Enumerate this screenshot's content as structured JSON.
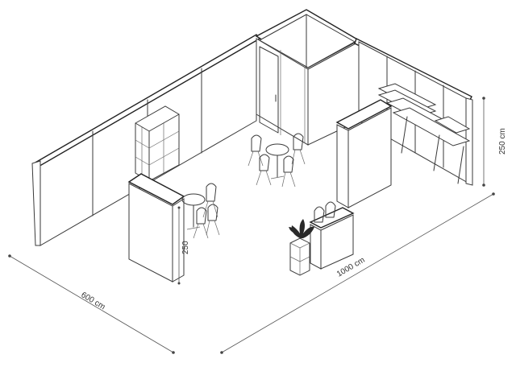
{
  "dimensions": {
    "width_label": "600 cm",
    "length_label": "1000 cm",
    "height_label_right": "250 cm",
    "height_label_front": "250"
  },
  "colors": {
    "line": "#3a3a3a",
    "background": "#ffffff",
    "plant": "#2a2a2a"
  }
}
